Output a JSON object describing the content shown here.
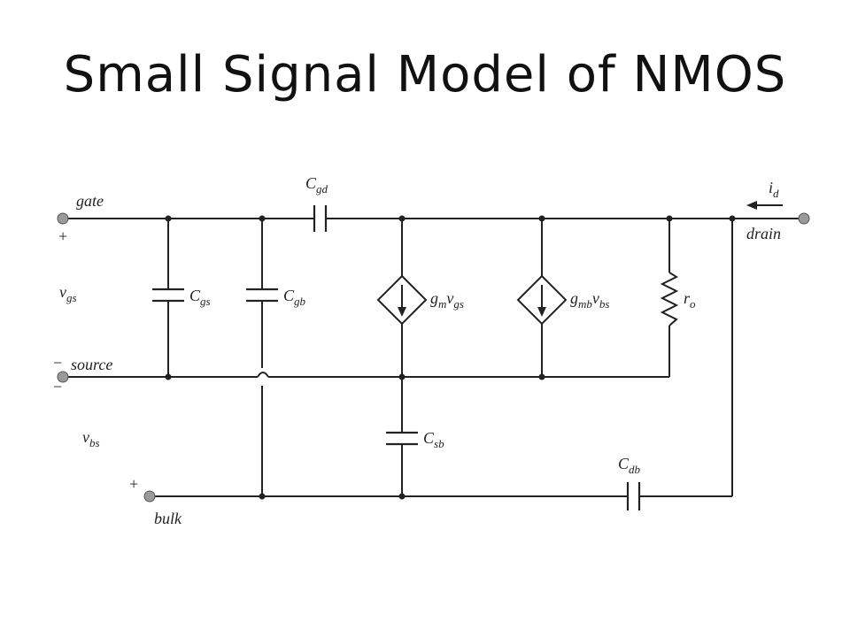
{
  "slide": {
    "title": "Small Signal Model of NMOS"
  },
  "terminals": {
    "gate": "gate",
    "source": "source",
    "drain": "drain",
    "bulk": "bulk"
  },
  "components": {
    "cgd": {
      "main": "C",
      "sub": "gd"
    },
    "cgs": {
      "main": "C",
      "sub": "gs"
    },
    "cgb": {
      "main": "C",
      "sub": "gb"
    },
    "csb": {
      "main": "C",
      "sub": "sb"
    },
    "cdb": {
      "main": "C",
      "sub": "db"
    },
    "gm_source": {
      "g": "g",
      "g_sub": "m",
      "v": "v",
      "v_sub": "gs"
    },
    "gmb_source": {
      "g": "g",
      "g_sub": "mb",
      "v": "v",
      "v_sub": "bs"
    },
    "ro": {
      "main": "r",
      "sub": "o"
    },
    "id": {
      "main": "i",
      "sub": "d"
    }
  },
  "voltages": {
    "vgs": {
      "main": "v",
      "sub": "gs"
    },
    "vbs": {
      "main": "v",
      "sub": "bs"
    }
  },
  "signs": {
    "gate_plus": "+",
    "source_minus_top": "−",
    "source_minus_bottom": "−",
    "bulk_plus": "+"
  }
}
